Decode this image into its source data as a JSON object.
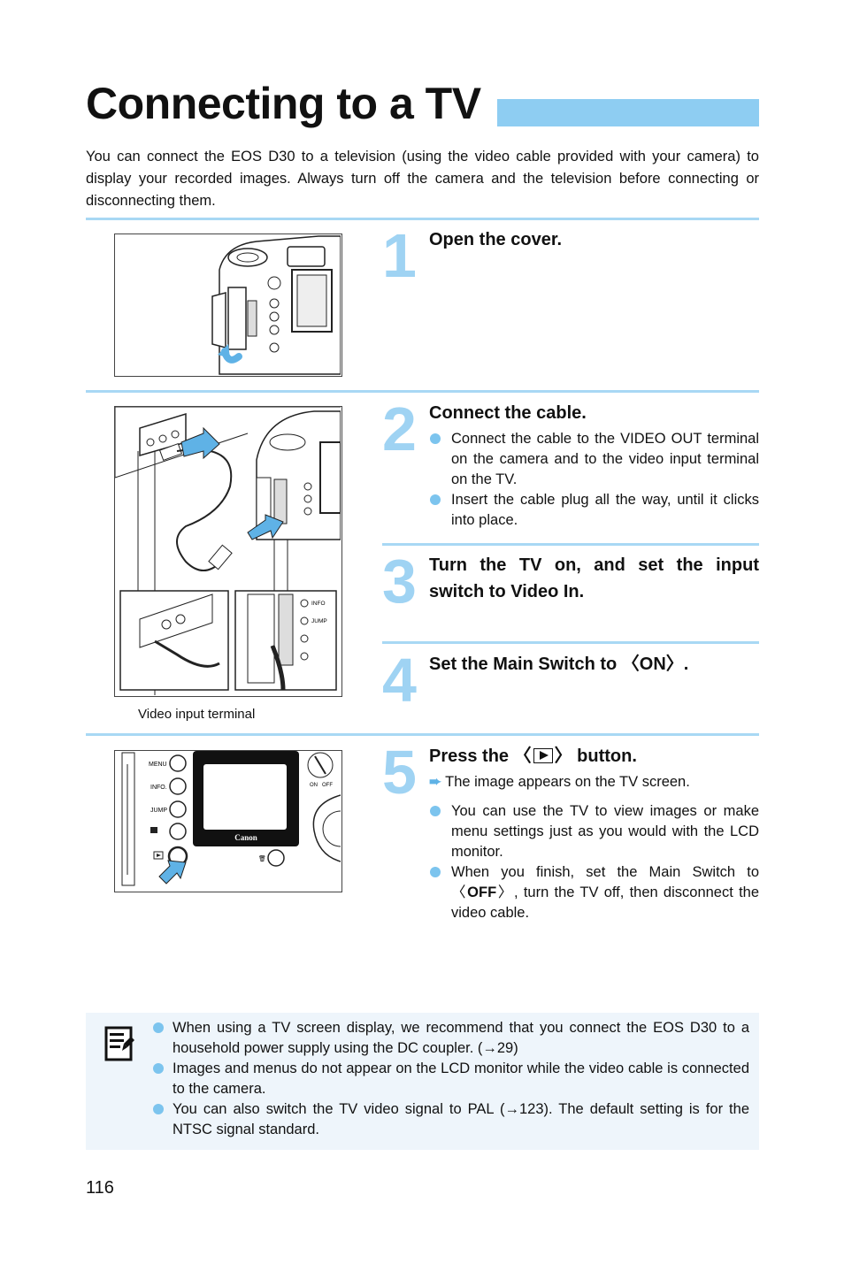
{
  "title": "Connecting to a TV",
  "intro": "You can connect the EOS D30 to a television (using the video cable provided with your camera) to display your recorded images. Always turn off the camera and the television before connecting or disconnecting them.",
  "steps": [
    {
      "num": "1",
      "heading": "Open the cover."
    },
    {
      "num": "2",
      "heading": "Connect the cable.",
      "bullets": [
        "Connect the cable to the VIDEO OUT terminal on the camera and to the video input terminal on the TV.",
        "Insert the cable plug all the way, until it clicks into place."
      ]
    },
    {
      "num": "3",
      "heading": "Turn the TV on, and set the input switch to Video In."
    },
    {
      "num": "4",
      "heading_pre": "Set the Main Switch to 〈",
      "heading_strong": "ON",
      "heading_post": "〉."
    },
    {
      "num": "5",
      "heading_pre": "Press the 〈",
      "heading_post": "〉 button.",
      "result": "The image appears on the TV screen.",
      "bullets": [
        "You can use the TV to view images or make menu settings just as you would with the LCD monitor."
      ],
      "last_bullet_pre": "When you finish, set the Main Switch to 〈",
      "last_bullet_strong": "OFF",
      "last_bullet_post": "〉, turn the TV off, then disconnect the video cable."
    }
  ],
  "caption": "Video input terminal",
  "camera_labels": {
    "menu": "MENU",
    "info": "INFO.",
    "jump": "JUMP",
    "brand": "Canon",
    "on": "ON",
    "off": "OFF",
    "info2": "INFO",
    "jump2": "JUMP"
  },
  "notes": [
    "When using a TV screen display, we recommend that you connect the EOS D30 to a household power supply using the DC coupler. (→29)",
    "Images and menus do not appear on the LCD monitor while the video cable is connected to the camera.",
    "You can also switch the TV video signal to PAL (→123). The default setting is for the NTSC signal standard."
  ],
  "page_number": "116",
  "colors": {
    "accent": "#8ecdf2",
    "rule": "#a8d8f4",
    "bullet": "#7cc4ee",
    "note_bg": "#eef5fb"
  }
}
